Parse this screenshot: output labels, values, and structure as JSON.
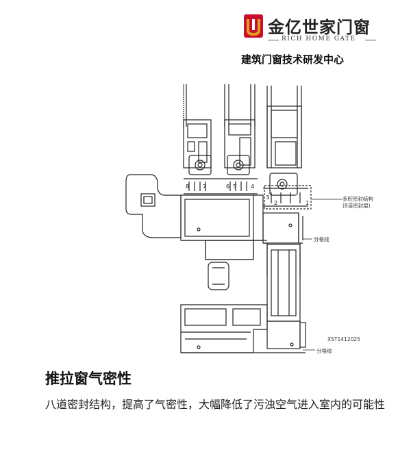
{
  "header": {
    "brand_cn": "金亿世家门窗",
    "brand_en": "RICH HOME GATE",
    "center_title": "建筑门窗技术研发中心"
  },
  "drawing": {
    "annotation_seal": "多腔密封结构",
    "annotation_seal_sub": "(8道密封层)",
    "annotation_divider_1": "分格线",
    "annotation_divider_2": "分格线",
    "part_code": "XST1412025",
    "seal_numbers": [
      "8",
      "7",
      "6",
      "5",
      "4",
      "3",
      "2",
      "1"
    ]
  },
  "content": {
    "heading": "推拉窗气密性",
    "description": "八道密封结构，提高了气密性，大幅降低了污浊空气进入室内的可能性"
  },
  "colors": {
    "logo_red": "#c8102e",
    "logo_gold": "#e0a020",
    "line": "#222222"
  }
}
